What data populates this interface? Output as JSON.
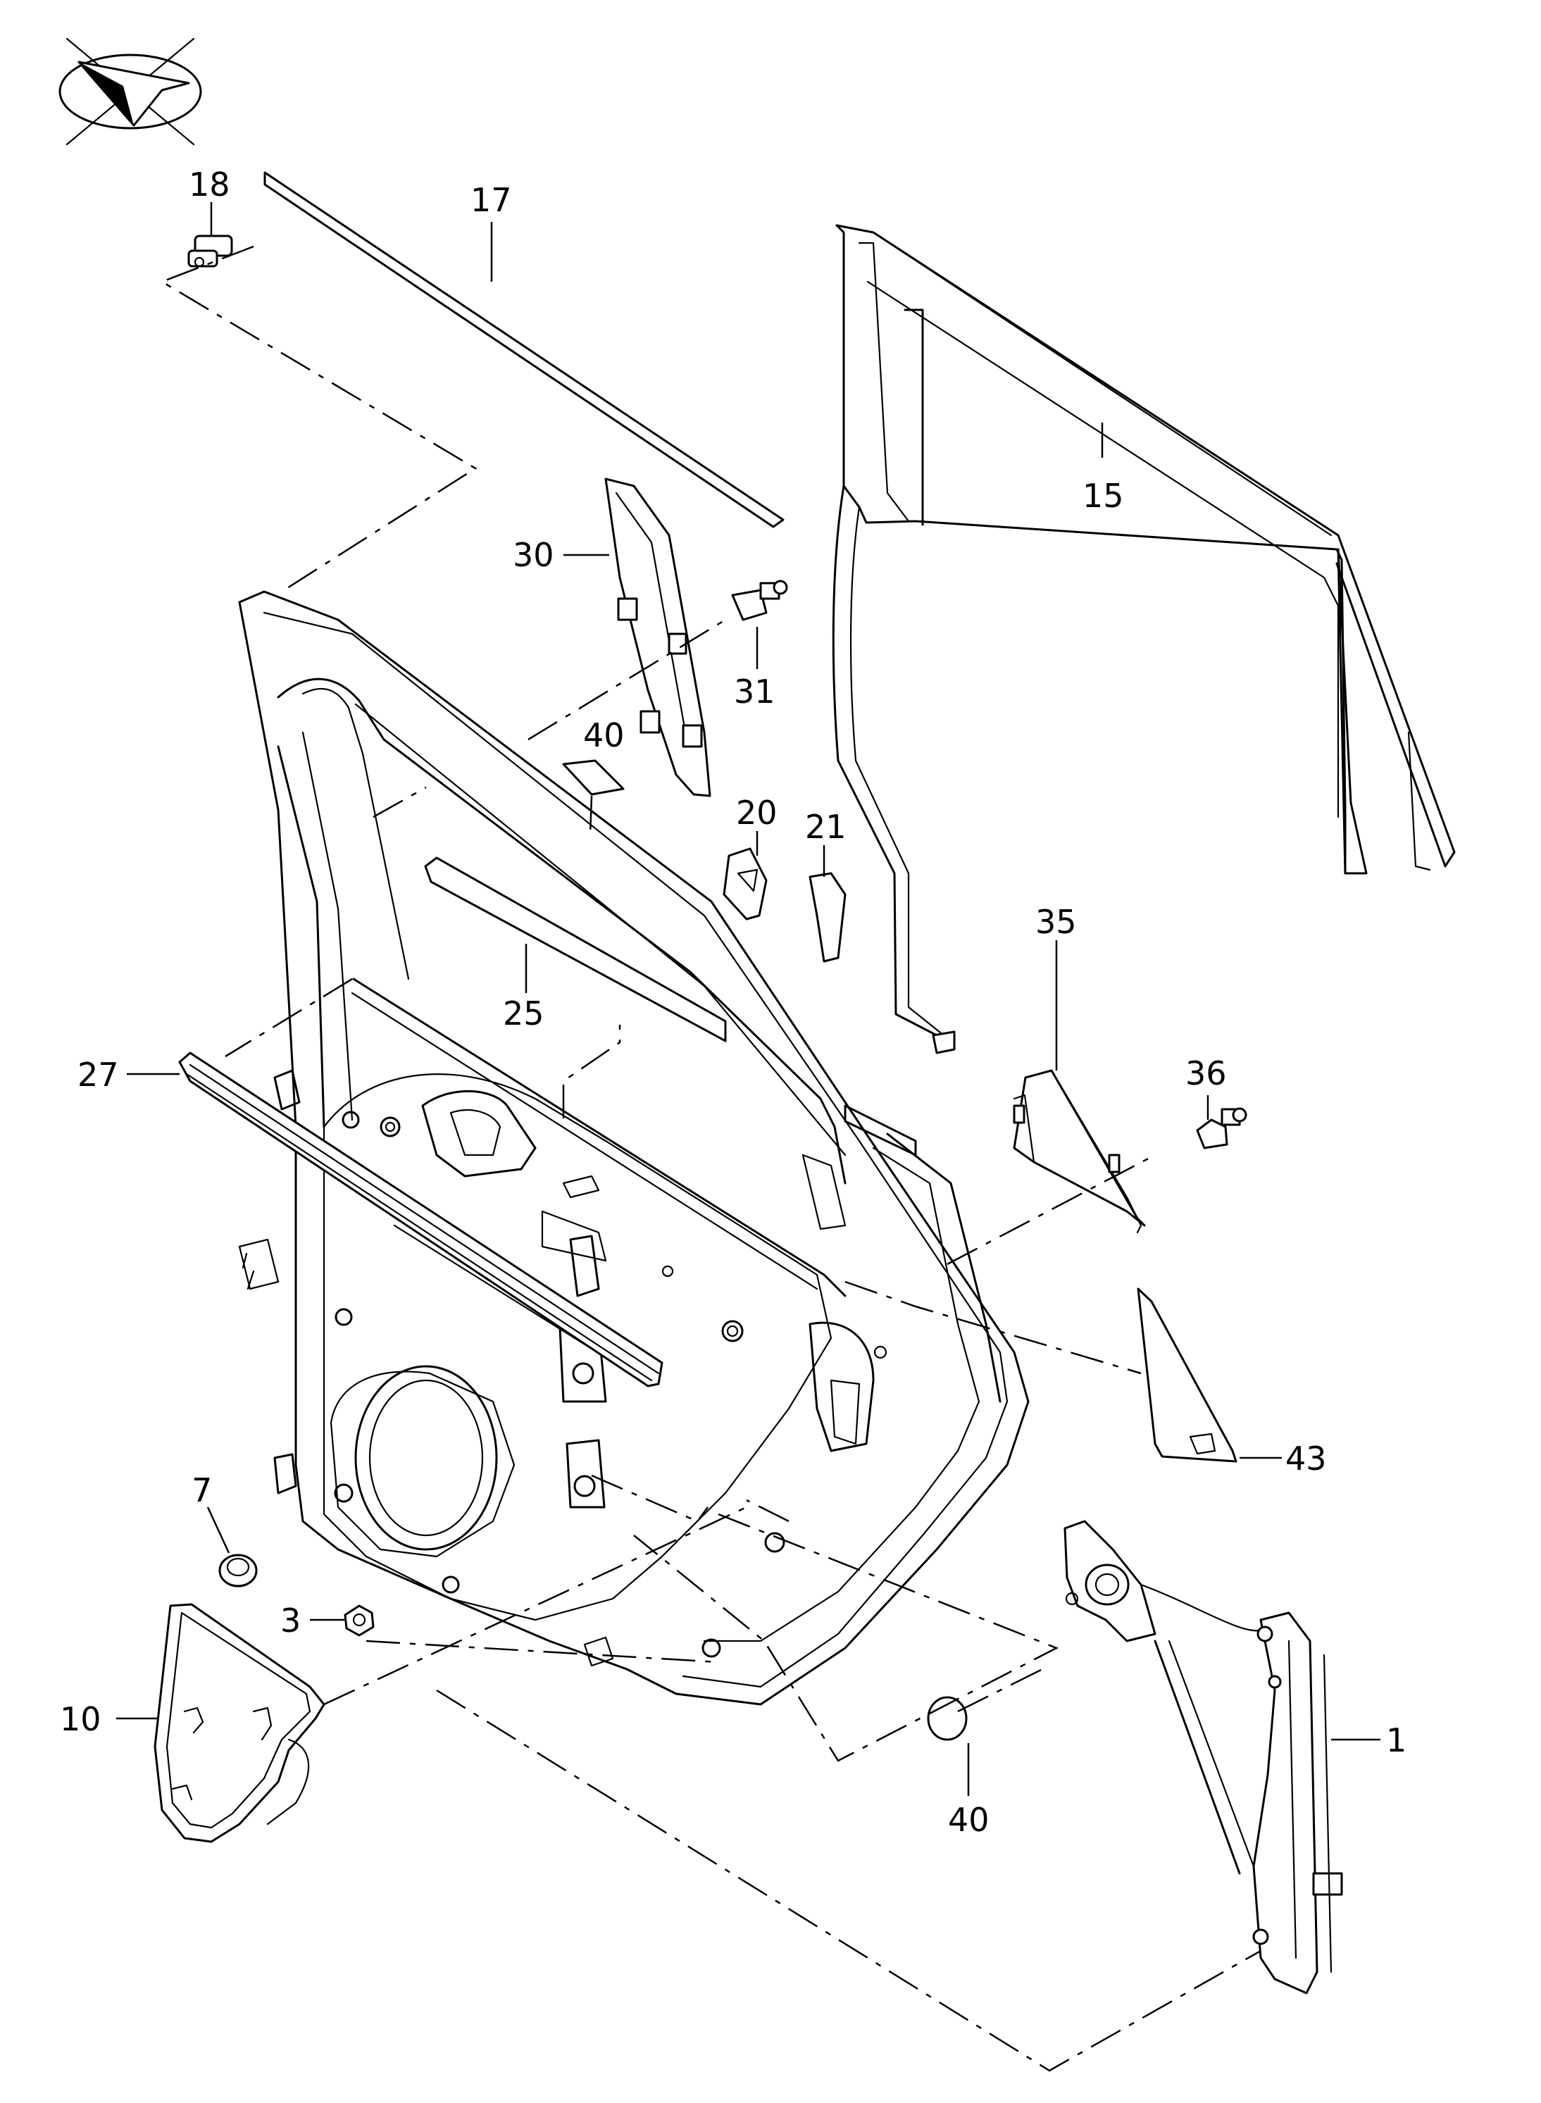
{
  "callouts": [
    {
      "id": "p18",
      "text": "18"
    },
    {
      "id": "p17",
      "text": "17"
    },
    {
      "id": "p15",
      "text": "15"
    },
    {
      "id": "p30",
      "text": "30"
    },
    {
      "id": "p31",
      "text": "31"
    },
    {
      "id": "p40a",
      "text": "40"
    },
    {
      "id": "p20",
      "text": "20"
    },
    {
      "id": "p21",
      "text": "21"
    },
    {
      "id": "p25",
      "text": "25"
    },
    {
      "id": "p35",
      "text": "35"
    },
    {
      "id": "p36",
      "text": "36"
    },
    {
      "id": "p27",
      "text": "27"
    },
    {
      "id": "p43",
      "text": "43"
    },
    {
      "id": "p7",
      "text": "7"
    },
    {
      "id": "p3",
      "text": "3"
    },
    {
      "id": "p10",
      "text": "10"
    },
    {
      "id": "p1",
      "text": "1"
    },
    {
      "id": "p40b",
      "text": "40"
    }
  ],
  "icons": {
    "orientation": "direction-arrow-icon"
  }
}
